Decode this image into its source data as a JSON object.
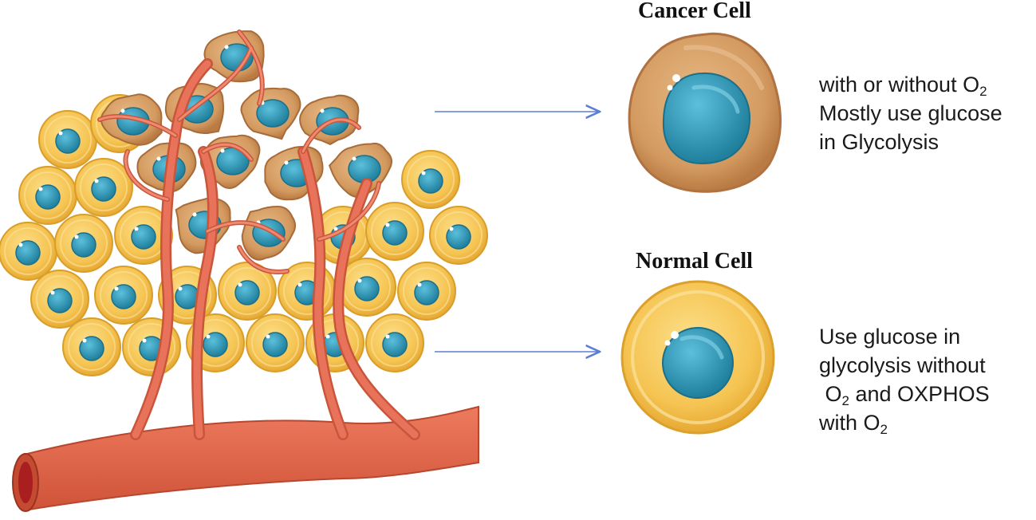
{
  "cancer": {
    "title": "Cancer Cell",
    "line1_text": "with or without O",
    "line1_sub": "2",
    "line2": "Mostly use glucose",
    "line3": "in Glycolysis"
  },
  "normal": {
    "title": "Normal Cell",
    "line1": "Use glucose in",
    "line2": "glycolysis without",
    "line3_sub_prefix": "O",
    "line3_sub": "2",
    "line3_rest": " and OXPHOS",
    "line4_text": "with O",
    "line4_sub": "2"
  },
  "colors": {
    "normal_cell_fill": "#f7c95a",
    "normal_cell_outline": "#e0a82e",
    "cancer_cell_fill": "#d9a26a",
    "cancer_cell_outline": "#b87a45",
    "nucleus": "#2f9ab8",
    "vessel": "#e2664a",
    "arrow": "#5b7fd6"
  }
}
